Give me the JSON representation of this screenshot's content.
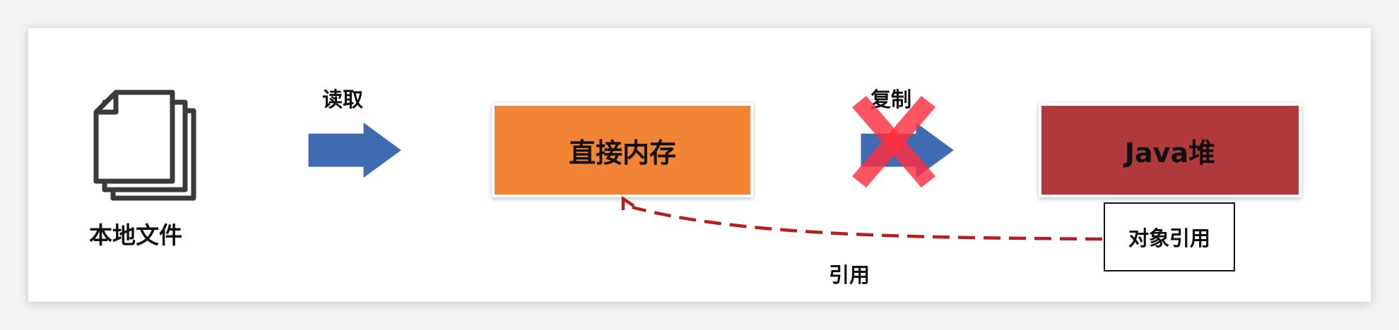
{
  "nodes": {
    "local_file": {
      "label": "本地文件",
      "icon": "stacked-files-icon"
    },
    "direct_memory": {
      "label": "直接内存",
      "color": "#F28435"
    },
    "java_heap": {
      "label": "Java堆",
      "color": "#B0393C"
    },
    "object_reference": {
      "label": "对象引用"
    }
  },
  "edges": {
    "read": {
      "label": "读取",
      "color": "#3F6BB0"
    },
    "copy": {
      "label": "复制",
      "color": "#3F6BB0",
      "crossed_out": true,
      "cross_color": "#FF3040"
    },
    "reference": {
      "label": "引用",
      "color": "#B81D1D",
      "style": "dashed"
    }
  }
}
